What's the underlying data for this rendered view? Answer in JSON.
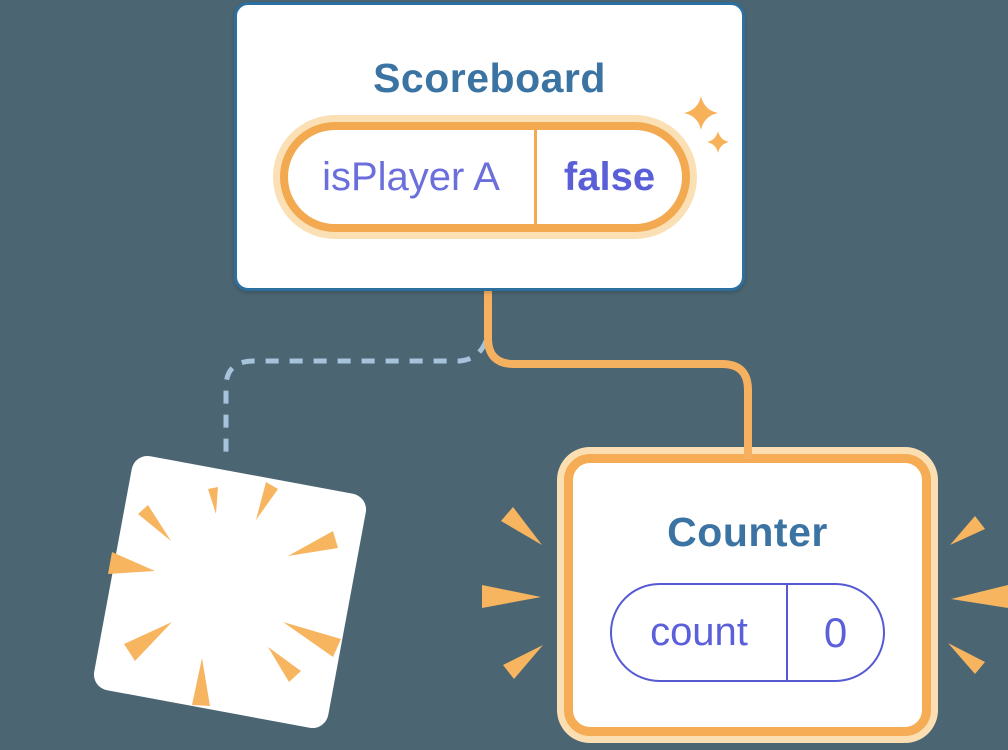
{
  "background_color": "#4B6672",
  "scoreboard_card": {
    "title": "Scoreboard",
    "state_pill": {
      "label": "isPlayer A",
      "value": "false"
    },
    "border_color": "#2D6F9E",
    "title_color": "#3B74A2",
    "pill_border_color": "#F3A94F",
    "pill_glow_color": "#FBE0B5",
    "label_color": "#6B6FDC",
    "value_color": "#5A5FD8"
  },
  "counter_card": {
    "title": "Counter",
    "state_pill": {
      "label": "count",
      "value": "0"
    },
    "border_color": "#F5AC55",
    "glow_color": "#FBDFB3",
    "title_color": "#3B74A2",
    "pill_border_color": "#555AD2",
    "label_color": "#5B60DA",
    "value_color": "#5B60DA"
  },
  "connectors": {
    "mounted_branch_color": "#F5B160",
    "removed_branch_color": "#A6C3DB",
    "removed_branch_style": "dashed"
  },
  "decorations": {
    "sparkle_color": "#F7B159",
    "burst_ray_color": "#F8B55F",
    "highlight_ray_color": "#F8B55F",
    "destroyed_card_color": "#FFFFFF"
  }
}
